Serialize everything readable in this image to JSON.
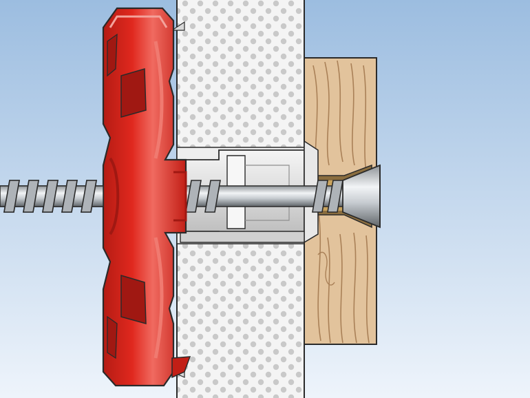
{
  "illustration": {
    "labels": [],
    "colors": {
      "background_top": "#9cbde0",
      "background_bottom": "#eef4fb",
      "wall": "#f4f4f4",
      "wall_dots": "#c9c9c9",
      "wood": "#e2c39c",
      "wood_grain": "#a98057",
      "anchor_red": "#e0281e",
      "anchor_dark": "#a01812",
      "anchor_light": "#f07a70",
      "screw_steel": "#c7ccd1",
      "screw_shadow": "#6f7478",
      "sleeve_grey": "#e3e3e3",
      "outline": "#2a2a2a"
    },
    "parts": [
      "background",
      "plasterboard-wall",
      "timber-fixture",
      "expansion-anchor",
      "anchor-sleeve",
      "countersunk-screw"
    ]
  }
}
